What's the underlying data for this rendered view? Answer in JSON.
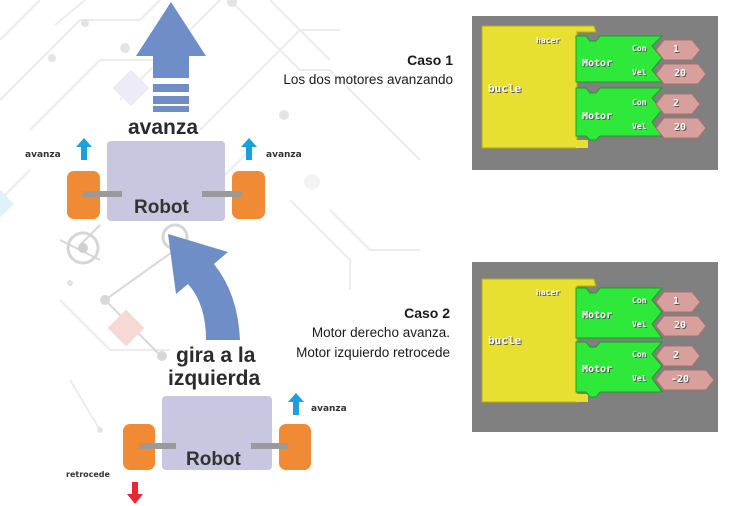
{
  "case1": {
    "title": "Caso 1",
    "lines": [
      "Los dos motores avanzando"
    ],
    "diagram": {
      "action_label": "avanza",
      "robot_label": "Robot",
      "left_wheel_label": "avanza",
      "right_wheel_label": "avanza"
    },
    "program": {
      "loop_label": "bucle",
      "do_label": "hacer",
      "motors": [
        {
          "label": "Motor",
          "con_label": "Con",
          "con_value": "1",
          "vel_label": "Vel",
          "vel_value": "20"
        },
        {
          "label": "Motor",
          "con_label": "Con",
          "con_value": "2",
          "vel_label": "Vel",
          "vel_value": "20"
        }
      ]
    }
  },
  "case2": {
    "title": "Caso 2",
    "lines": [
      "Motor derecho avanza.",
      "Motor izquierdo retrocede"
    ],
    "diagram": {
      "action_label_line1": "gira a la",
      "action_label_line2": "izquierda",
      "robot_label": "Robot",
      "left_wheel_label": "retrocede",
      "right_wheel_label": "avanza"
    },
    "program": {
      "loop_label": "bucle",
      "do_label": "hacer",
      "motors": [
        {
          "label": "Motor",
          "con_label": "Con",
          "con_value": "1",
          "vel_label": "Vel",
          "vel_value": "20"
        },
        {
          "label": "Motor",
          "con_label": "Con",
          "con_value": "2",
          "vel_label": "Vel",
          "vel_value": "-20"
        }
      ]
    }
  },
  "colors": {
    "loop_block": "#e8e030",
    "motor_block": "#2ee83a",
    "value_block": "#d8a09c",
    "panel": "#808080",
    "wheel": "#f08a34",
    "robot_body": "#c8c6e0",
    "big_arrow": "#6f8ec8",
    "forward_arrow": "#1aa0e0",
    "reverse_arrow": "#e8282e"
  }
}
